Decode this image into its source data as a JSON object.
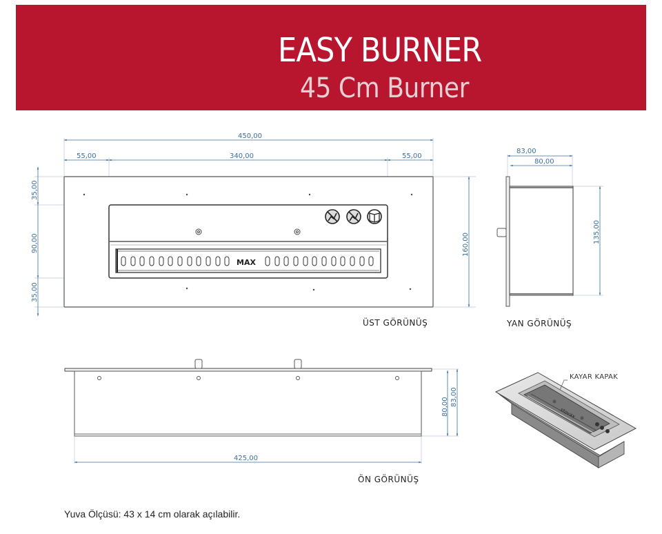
{
  "header": {
    "title": "EASY BURNER",
    "subtitle": "45 Cm Burner",
    "background_color": "#b8162f"
  },
  "top_view": {
    "label": "ÜST GÖRÜNÜŞ",
    "dimensions": {
      "overall_width": "450,00",
      "inner_width": "340,00",
      "left_margin": "55,00",
      "right_margin": "55,00",
      "height": "160,00",
      "top_margin": "35,00",
      "middle": "90,00",
      "bottom_margin": "35,00"
    },
    "fuel_gauge_label": "MAX",
    "icons": [
      "no-flame-icon",
      "no-flame-icon",
      "manual-book-icon"
    ]
  },
  "side_view": {
    "label": "YAN GÖRÜNÜŞ",
    "dimensions": {
      "depth_outer": "83,00",
      "depth_inner": "80,00",
      "height": "135,00"
    }
  },
  "front_view": {
    "label": "ÖN GÖRÜNÜŞ",
    "dimensions": {
      "width": "425,00",
      "height_inner": "80,00",
      "height_outer": "83,00"
    }
  },
  "iso_view": {
    "callout": "KAYAR KAPAK",
    "brand_mark": "stovax"
  },
  "footer": {
    "note": "Yuva Ölçüsü: 43 x 14 cm olarak açılabilir."
  },
  "colors": {
    "dimension_lines": "#3b6f9e",
    "drawing_lines": "#333333"
  }
}
